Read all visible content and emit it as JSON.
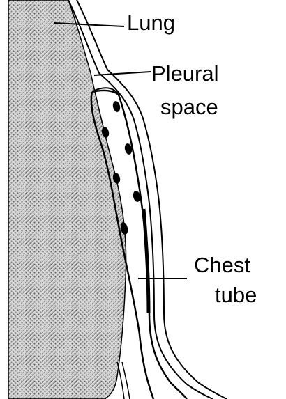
{
  "labels": {
    "lung": "Lung",
    "pleural_line1": "Pleural",
    "pleural_line2": "space",
    "chest_line1": "Chest",
    "chest_line2": "tube"
  },
  "icons": {
    "lung": "lung-tissue-icon",
    "chest_wall": "chest-wall-icon",
    "chest_tube": "chest-tube-icon"
  },
  "colors": {
    "ink": "#000000",
    "paper": "#ffffff",
    "lung_texture": "#7d7d7d"
  }
}
